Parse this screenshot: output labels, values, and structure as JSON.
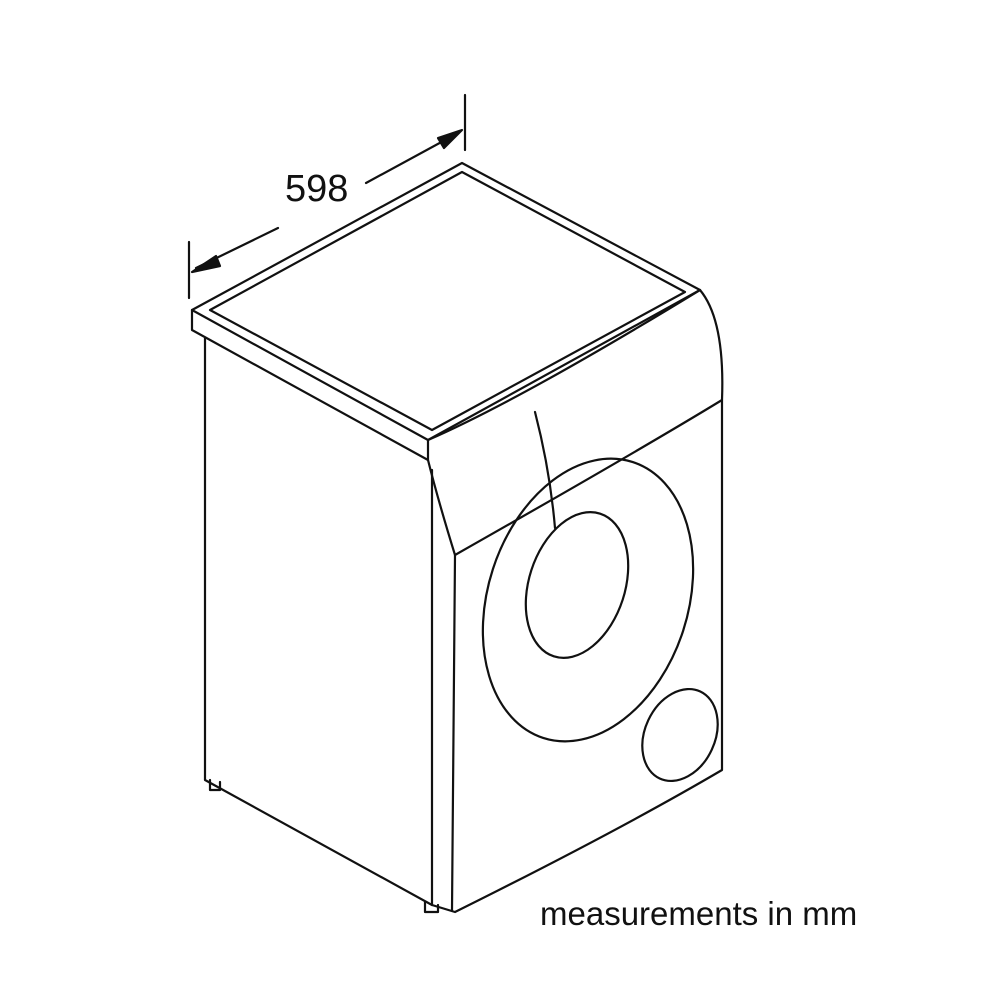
{
  "diagram": {
    "subject": "washing machine isometric outline",
    "dimension": {
      "label": "598",
      "unit": "mm",
      "direction": "width"
    },
    "caption": "measurements in mm",
    "colors": {
      "line": "#111111",
      "background": "#ffffff"
    }
  }
}
